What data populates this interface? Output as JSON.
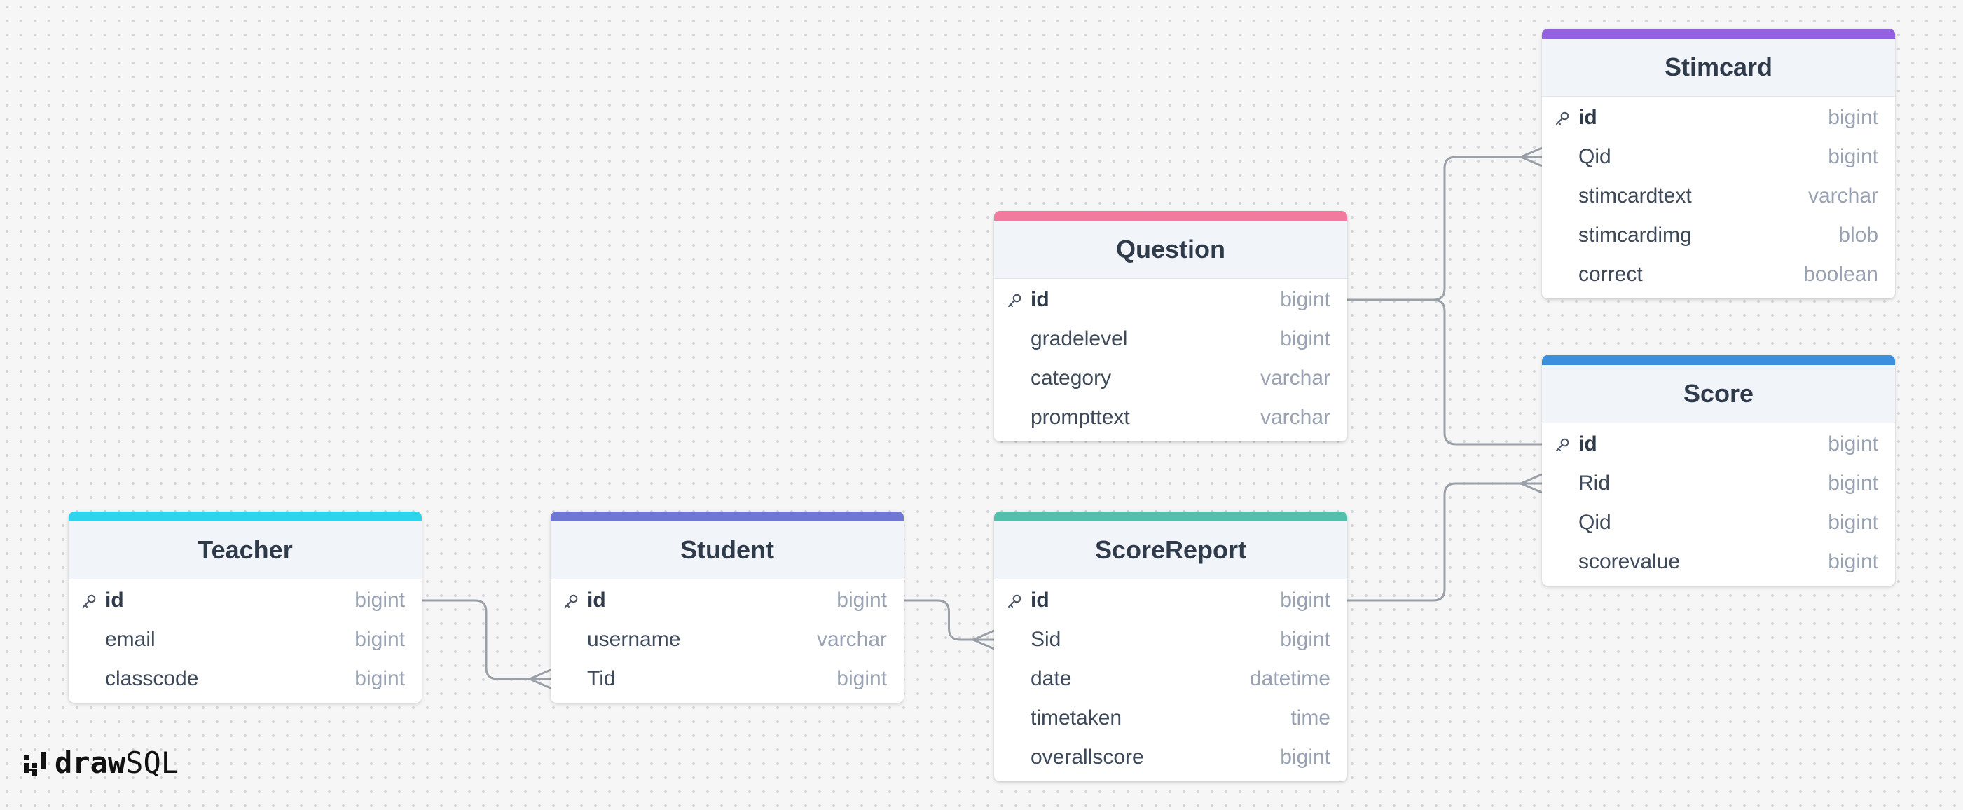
{
  "app": {
    "logo_text_bold": "draw",
    "logo_text_light": "SQL"
  },
  "colors": {
    "line": "#9aa0a8",
    "background": "#f6f6f6"
  },
  "tables": [
    {
      "id": "teacher",
      "name": "Teacher",
      "color": "#2dd4ec",
      "fields": [
        {
          "name": "id",
          "type": "bigint",
          "pk": true
        },
        {
          "name": "email",
          "type": "bigint"
        },
        {
          "name": "classcode",
          "type": "bigint"
        }
      ]
    },
    {
      "id": "student",
      "name": "Student",
      "color": "#6e78d4",
      "fields": [
        {
          "name": "id",
          "type": "bigint",
          "pk": true
        },
        {
          "name": "username",
          "type": "varchar"
        },
        {
          "name": "Tid",
          "type": "bigint"
        }
      ]
    },
    {
      "id": "question",
      "name": "Question",
      "color": "#f27a9e",
      "fields": [
        {
          "name": "id",
          "type": "bigint",
          "pk": true
        },
        {
          "name": "gradelevel",
          "type": "bigint"
        },
        {
          "name": "category",
          "type": "varchar"
        },
        {
          "name": "prompttext",
          "type": "varchar"
        }
      ]
    },
    {
      "id": "scorereport",
      "name": "ScoreReport",
      "color": "#55bfae",
      "fields": [
        {
          "name": "id",
          "type": "bigint",
          "pk": true
        },
        {
          "name": "Sid",
          "type": "bigint"
        },
        {
          "name": "date",
          "type": "datetime"
        },
        {
          "name": "timetaken",
          "type": "time"
        },
        {
          "name": "overallscore",
          "type": "bigint"
        }
      ]
    },
    {
      "id": "stimcard",
      "name": "Stimcard",
      "color": "#9461e0",
      "fields": [
        {
          "name": "id",
          "type": "bigint",
          "pk": true
        },
        {
          "name": "Qid",
          "type": "bigint"
        },
        {
          "name": "stimcardtext",
          "type": "varchar"
        },
        {
          "name": "stimcardimg",
          "type": "blob"
        },
        {
          "name": "correct",
          "type": "boolean"
        }
      ]
    },
    {
      "id": "score",
      "name": "Score",
      "color": "#3c8fde",
      "fields": [
        {
          "name": "id",
          "type": "bigint",
          "pk": true
        },
        {
          "name": "Rid",
          "type": "bigint"
        },
        {
          "name": "Qid",
          "type": "bigint"
        },
        {
          "name": "scorevalue",
          "type": "bigint"
        }
      ]
    }
  ],
  "relations": [
    {
      "from": "teacher.id",
      "to": "student.Tid",
      "cardinality": "one-to-many"
    },
    {
      "from": "student.id",
      "to": "scorereport.Sid",
      "cardinality": "one-to-many"
    },
    {
      "from": "question.id",
      "to": "stimcard.Qid",
      "cardinality": "one-to-many"
    },
    {
      "from": "question.id",
      "to": "score.id",
      "cardinality": "one-to-one"
    },
    {
      "from": "scorereport.id",
      "to": "score.Rid",
      "cardinality": "one-to-many"
    }
  ]
}
